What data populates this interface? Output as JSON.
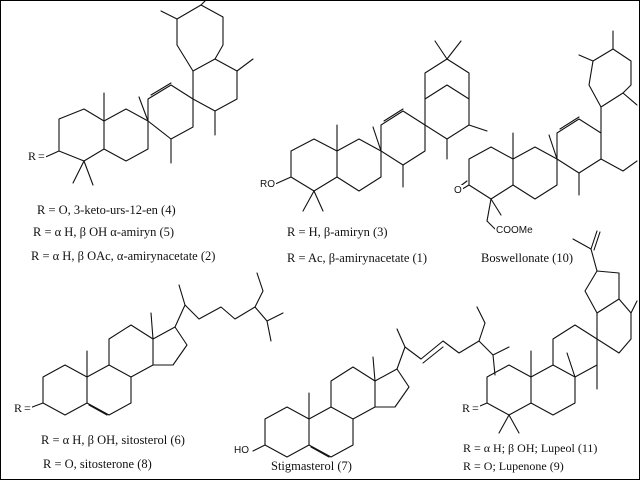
{
  "compounds": [
    {
      "id": "urs",
      "captions": [
        "R = O, 3-keto-urs-12-en (4)",
        "R = α H, β OH α-amiryn (5)",
        "R = α H, β OAc, α-amirynacetate (2)"
      ],
      "atoms": [
        "R",
        "="
      ]
    },
    {
      "id": "amyrin",
      "captions": [
        "R = H, β-amiryn (3)",
        "R = Ac, β-amirynacetate (1)"
      ],
      "atoms": [
        "RO"
      ]
    },
    {
      "id": "boswellonate",
      "captions": [
        "Boswellonate (10)"
      ],
      "atoms": [
        "O",
        "COOMe"
      ]
    },
    {
      "id": "sitosterol",
      "captions": [
        "R = α H, β OH, sitosterol (6)",
        "R = O, sitosterone (8)"
      ],
      "atoms": [
        "R",
        "="
      ]
    },
    {
      "id": "stigmasterol",
      "captions": [
        "Stigmasterol (7)"
      ],
      "atoms": [
        "HO"
      ]
    },
    {
      "id": "lupeol",
      "captions": [
        "R = α H; β OH; Lupeol (11)",
        "R = O; Lupenone (9)"
      ],
      "atoms": [
        "R",
        "="
      ]
    }
  ]
}
